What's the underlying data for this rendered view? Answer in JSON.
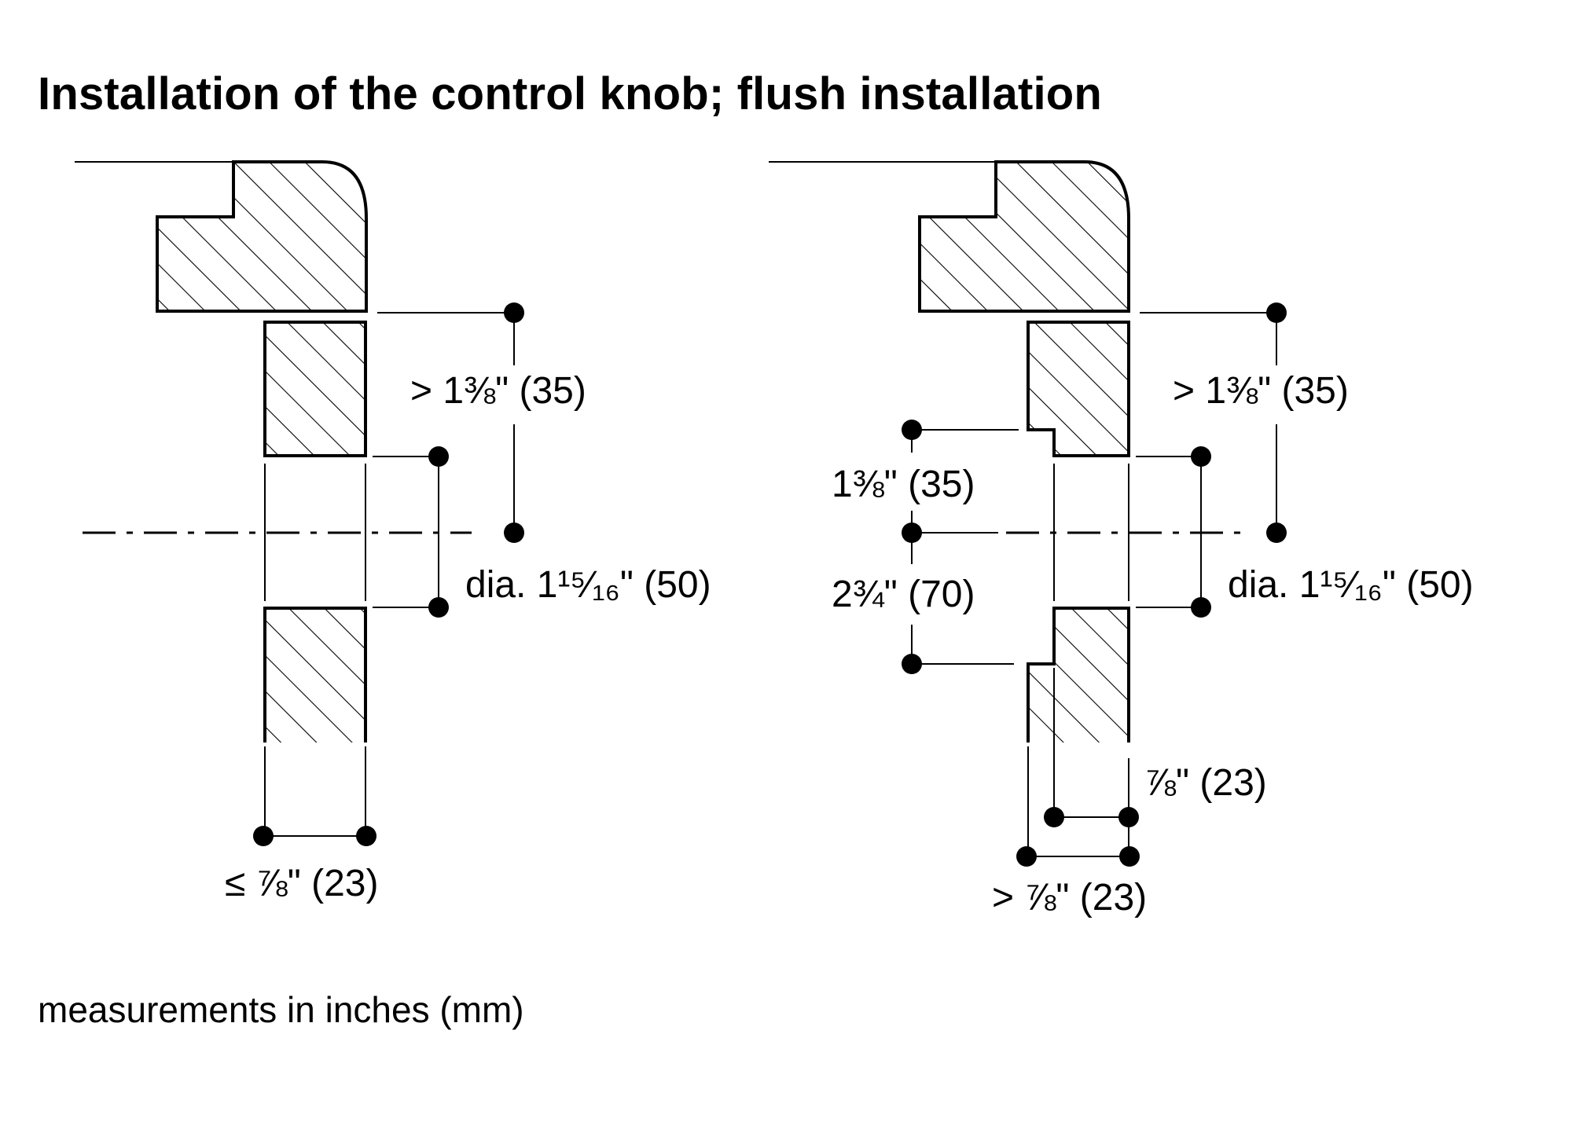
{
  "title": "Installation of the control knob; flush installation",
  "footnote": "measurements in inches (mm)",
  "left_view": {
    "gap_label": "> 1⅜\" (35)",
    "hole_label": "dia. 1¹⁵⁄₁₆\" (50)",
    "thickness_label": "≤ ⅞\" (23)"
  },
  "right_view": {
    "gap_label": "> 1⅜\" (35)",
    "recess_upper_label": "1⅜\" (35)",
    "recess_lower_label": "2¾\" (70)",
    "hole_label": "dia. 1¹⁵⁄₁₆\" (50)",
    "step_label": "⅞\" (23)",
    "thickness_label": "> ⅞\" (23)"
  }
}
